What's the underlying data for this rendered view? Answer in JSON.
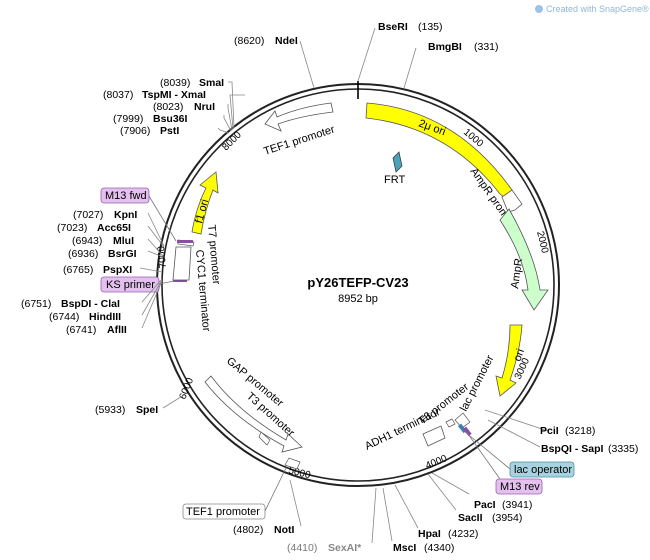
{
  "watermark": "Created with SnapGene®",
  "plasmid": {
    "name": "pY26TEFP-CV23",
    "length": "8952 bp"
  },
  "ticks": [
    "1000",
    "2000",
    "3000",
    "4000",
    "5000",
    "6000",
    "7000",
    "8000"
  ],
  "features": {
    "two_mu_ori": "2μ ori",
    "frt": "FRT",
    "ampr_promoter": "AmpR promoter",
    "ampr": "AmpR",
    "ori": "ori",
    "tef1_promoter_top": "TEF1 promoter",
    "f1_ori": "f1 ori",
    "t7_promoter": "T7 promoter",
    "cyc1_terminator": "CYC1 terminator",
    "gap_promoter": "GAP promoter",
    "t3_promoter_left": "T3 promoter",
    "t3_promoter_right": "T3 promoter",
    "lac_promoter": "lac promoter",
    "adh1_terminator": "ADH1 terminator",
    "m13_fwd": "M13 fwd",
    "ks_primer": "KS primer",
    "lac_operator": "lac operator",
    "m13_rev": "M13 rev",
    "tef1_promoter_bottom": "TEF1 promoter"
  },
  "sites": {
    "ndei": {
      "pos": "(8620)",
      "name": "NdeI"
    },
    "smai": {
      "pos": "(8039)",
      "name": "SmaI"
    },
    "tspmi": {
      "pos": "(8037)",
      "name": "TspMI - XmaI"
    },
    "nrui": {
      "pos": "(8023)",
      "name": "NruI"
    },
    "bsu36i": {
      "pos": "(7999)",
      "name": "Bsu36I"
    },
    "psti": {
      "pos": "(7906)",
      "name": "PstI"
    },
    "kpni": {
      "pos": "(7027)",
      "name": "KpnI"
    },
    "acc65i": {
      "pos": "(7023)",
      "name": "Acc65I"
    },
    "mlui": {
      "pos": "(6943)",
      "name": "MluI"
    },
    "bsrgi": {
      "pos": "(6936)",
      "name": "BsrGI"
    },
    "pspxi": {
      "pos": "(6765)",
      "name": "PspXI"
    },
    "bspdi": {
      "pos": "(6751)",
      "name": "BspDI - ClaI"
    },
    "hindiii": {
      "pos": "(6744)",
      "name": "HindIII"
    },
    "aflii": {
      "pos": "(6741)",
      "name": "AflII"
    },
    "spei": {
      "pos": "(5933)",
      "name": "SpeI"
    },
    "noti": {
      "pos": "(4802)",
      "name": "NotI"
    },
    "sexai": {
      "pos": "(4410)",
      "name": "SexAI*"
    },
    "msci": {
      "pos": "(4340)",
      "name": "MscI"
    },
    "hpai": {
      "pos": "(4232)",
      "name": "HpaI"
    },
    "sacii": {
      "pos": "(3954)",
      "name": "SacII"
    },
    "paci": {
      "pos": "(3941)",
      "name": "PacI"
    },
    "bspqi": {
      "name": "BspQI - SapI",
      "pos": "(3335)"
    },
    "pcii": {
      "name": "PciI",
      "pos": "(3218)"
    },
    "bseri": {
      "name": "BseRI",
      "pos": "(135)"
    },
    "bmgbi": {
      "name": "BmgBI",
      "pos": "(331)"
    }
  }
}
